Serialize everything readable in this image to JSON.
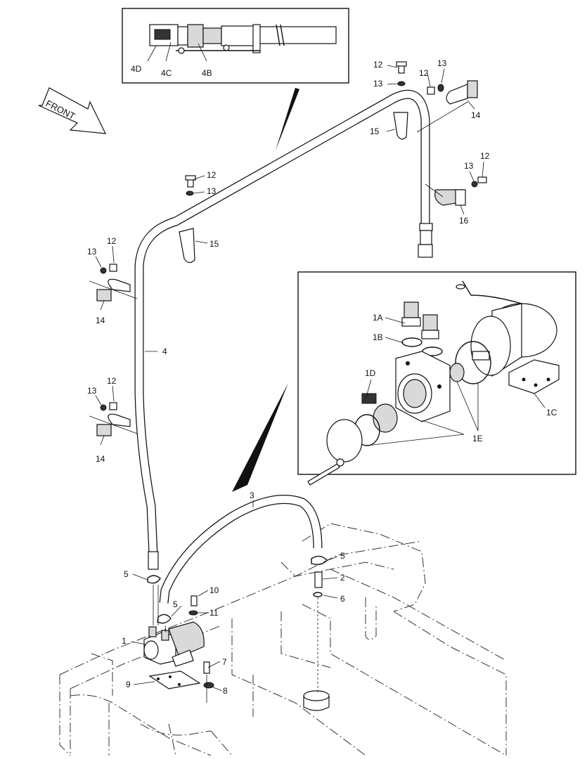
{
  "diagram": {
    "front_label": "FRONT",
    "callouts": {
      "c4D": "4D",
      "c4C": "4C",
      "c4B": "4B",
      "c12a": "12",
      "c13a": "13",
      "c12b": "12",
      "c13b": "13",
      "c14a": "14",
      "c15a": "15",
      "c12c": "12",
      "c13c": "13",
      "c16": "16",
      "c12d": "12",
      "c13d": "13",
      "c15b": "15",
      "c12e": "12",
      "c13e": "13",
      "c14b": "14",
      "c4": "4",
      "c12f": "12",
      "c13f": "13",
      "c14c": "14",
      "c1A": "1A",
      "c1B": "1B",
      "c1D": "1D",
      "c1E": "1E",
      "c1C": "1C",
      "c3": "3",
      "c5a": "5",
      "c2": "2",
      "c6": "6",
      "c5b": "5",
      "c10": "10",
      "c5c": "5",
      "c11": "11",
      "c1": "1",
      "c7": "7",
      "c9": "9",
      "c8": "8"
    }
  }
}
